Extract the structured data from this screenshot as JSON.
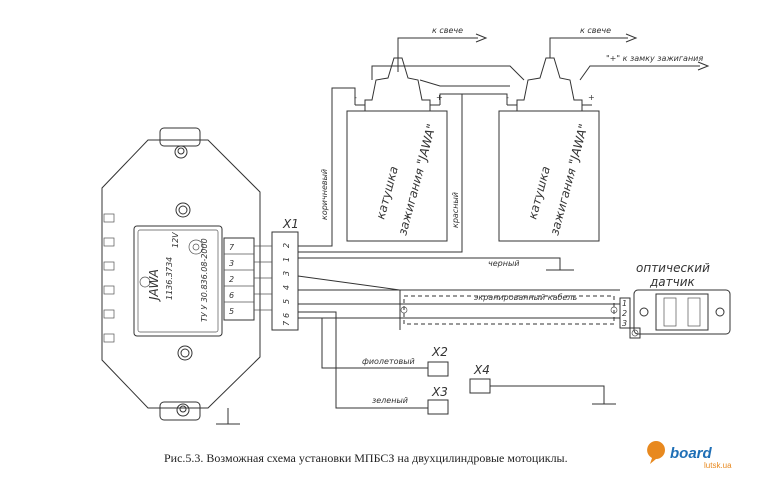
{
  "labels": {
    "to_plug_left": "к свече",
    "to_plug_right": "к свече",
    "to_ignition_lock": "\"+\" к замку зажигания",
    "brown_wire": "коричневый",
    "red_wire": "красный",
    "black_wire": "черный",
    "shielded_cable": "экранированный кабель",
    "violet_wire": "фиолетовый",
    "green_wire": "зеленый",
    "optical_sensor_line1": "оптический",
    "optical_sensor_line2": "датчик"
  },
  "coils": [
    {
      "line1": "катушка",
      "line2": "зажигания \"JAWA\"",
      "minus": "-",
      "plus": "+"
    },
    {
      "line1": "катушка",
      "line2": "зажигания \"JAWA\"",
      "minus": "-",
      "plus": "+"
    }
  ],
  "connectors": {
    "x1": "X1",
    "x2": "X2",
    "x3": "X3",
    "x4": "X4"
  },
  "x1_pins": [
    "2",
    "1",
    "3",
    "4",
    "5",
    "6",
    "7"
  ],
  "sensor_pins": [
    "1",
    "2",
    "3"
  ],
  "module": {
    "brand": "JAWA",
    "part_number": "1136.3734",
    "voltage": "12V",
    "spec": "ТУ У 30.836.08-2000",
    "pin_marks": [
      "7",
      "3",
      "2",
      "6",
      "5"
    ]
  },
  "caption": "Рис.5.3. Возможная схема установки  МПБСЗ на двухцилиндровые мотоциклы.",
  "logo": {
    "word": "board",
    "site": "lutsk.ua"
  }
}
